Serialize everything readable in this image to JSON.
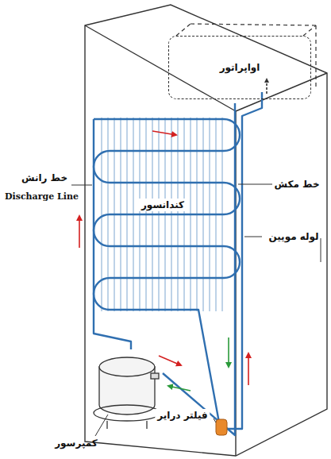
{
  "diagram": {
    "nodes": [
      {
        "text": [
          "اواپراتور"
        ]
      }
    ],
    "labels": [
      "خط رانش",
      "Discharge Line",
      "کندانسور",
      "خط مکش",
      "لوله مویین",
      "فیلتر درایر",
      "کمپرسور"
    ]
  }
}
